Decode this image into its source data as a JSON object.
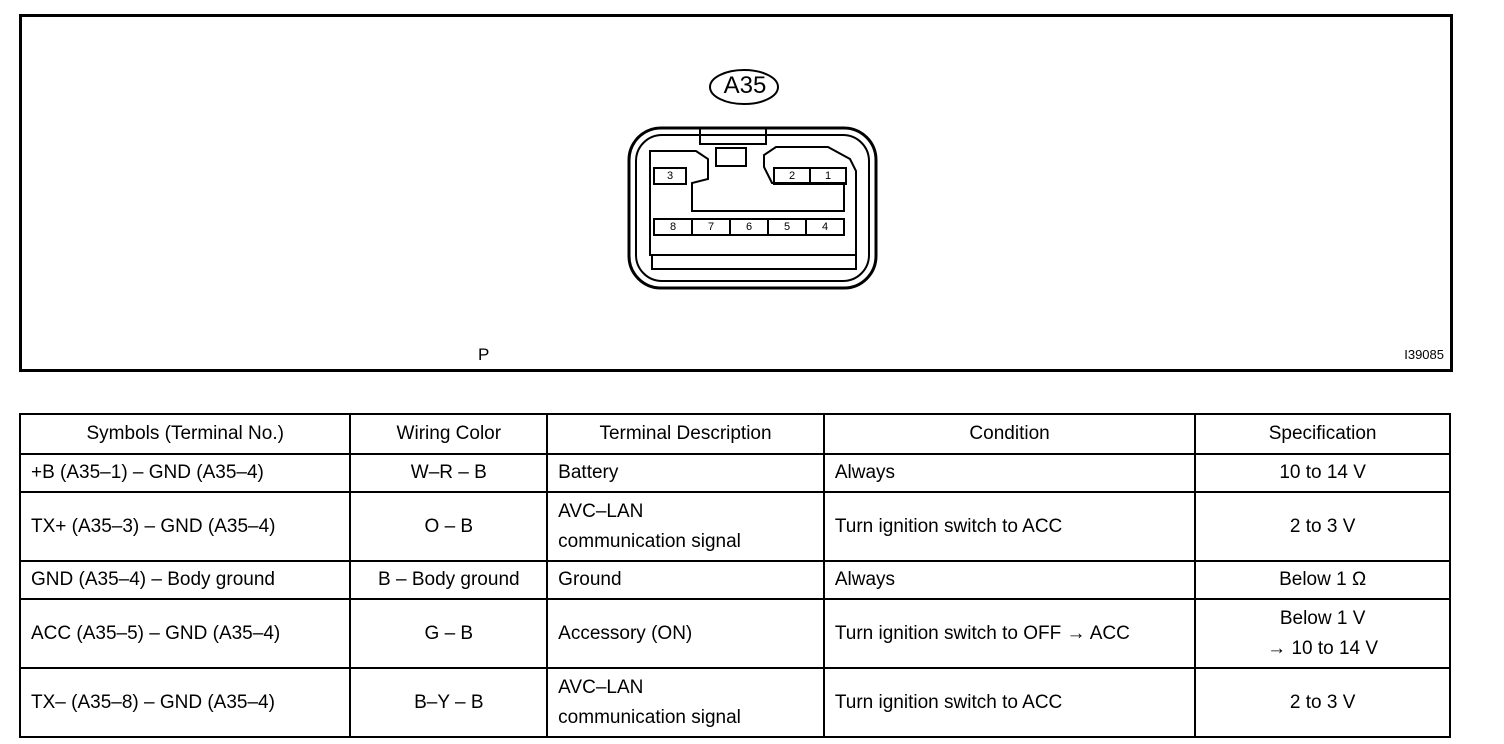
{
  "diagram": {
    "connector_id": "A35",
    "view_mark": "P",
    "figure_code": "I39085",
    "pins_top": [
      {
        "id": "3",
        "label": "3"
      },
      {
        "id": "2",
        "label": "2"
      },
      {
        "id": "1",
        "label": "1"
      }
    ],
    "pins_bottom": [
      {
        "id": "8",
        "label": "8"
      },
      {
        "id": "7",
        "label": "7"
      },
      {
        "id": "6",
        "label": "6"
      },
      {
        "id": "5",
        "label": "5"
      },
      {
        "id": "4",
        "label": "4"
      }
    ]
  },
  "table": {
    "headers": [
      "Symbols (Terminal No.)",
      "Wiring Color",
      "Terminal Description",
      "Condition",
      "Specification"
    ],
    "rows": [
      {
        "symbol": "+B (A35–1) – GND (A35–4)",
        "color": "W–R – B",
        "desc1": "Battery",
        "desc2": "",
        "condition": "Always",
        "spec1": "10 to 14 V",
        "spec2": ""
      },
      {
        "symbol": "TX+ (A35–3) – GND (A35–4)",
        "color": "O – B",
        "desc1": "AVC–LAN",
        "desc2": "communication signal",
        "condition": "Turn ignition switch to ACC",
        "spec1": "2 to 3 V",
        "spec2": ""
      },
      {
        "symbol": "GND (A35–4) – Body ground",
        "color": "B – Body ground",
        "desc1": "Ground",
        "desc2": "",
        "condition": "Always",
        "spec1": "Below 1 Ω",
        "spec2": ""
      },
      {
        "symbol": "ACC (A35–5) – GND (A35–4)",
        "color": "G – B",
        "desc1": "Accessory (ON)",
        "desc2": "",
        "condition": "Turn ignition switch to OFF → ACC",
        "spec1": "Below 1 V",
        "spec2": "→ 10 to 14 V"
      },
      {
        "symbol": "TX– (A35–8) – GND (A35–4)",
        "color": "B–Y – B",
        "desc1": "AVC–LAN",
        "desc2": "communication signal",
        "condition": "Turn ignition switch to ACC",
        "spec1": "2 to 3 V",
        "spec2": ""
      }
    ]
  }
}
